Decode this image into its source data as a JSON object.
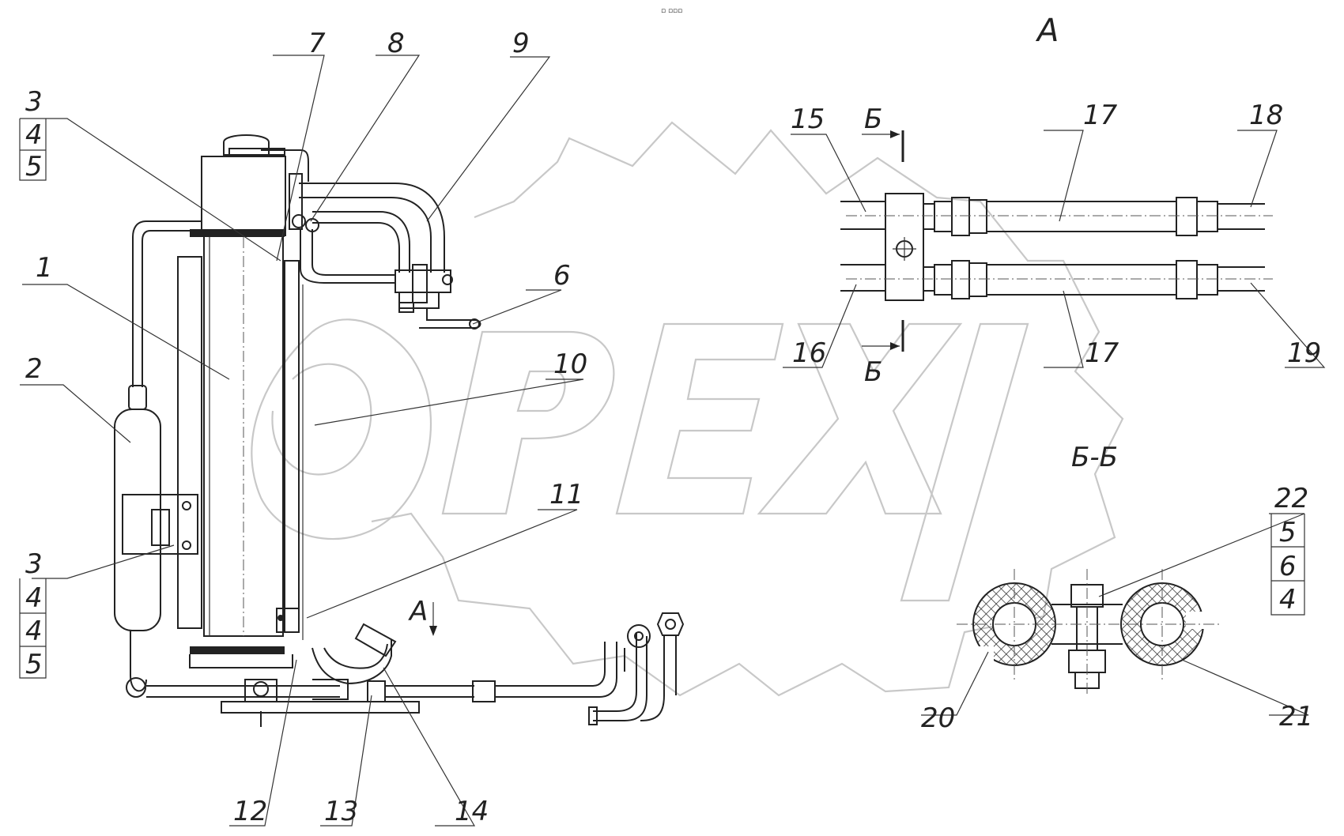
{
  "view_labels": {
    "view_a": "А",
    "section_mark_top": "Б",
    "section_mark_bottom": "Б",
    "section_title": "Б-Б",
    "arrow_a": "А"
  },
  "callouts": {
    "c1": "1",
    "c2": "2",
    "c3_top": "3",
    "c4_top": "4",
    "c5_top": "5",
    "c3_bottom": "3",
    "c4_bottom_a": "4",
    "c4_bottom_b": "4",
    "c5_bottom": "5",
    "c6": "6",
    "c7": "7",
    "c8": "8",
    "c9": "9",
    "c10": "10",
    "c11": "11",
    "c12": "12",
    "c13": "13",
    "c14": "14",
    "c15": "15",
    "c16": "16",
    "c17_top": "17",
    "c17_bottom": "17",
    "c18": "18",
    "c19": "19",
    "c20": "20",
    "c21": "21",
    "c22": "22",
    "c22_5": "5",
    "c22_6": "6",
    "c22_4": "4"
  },
  "watermark": "OPEX"
}
